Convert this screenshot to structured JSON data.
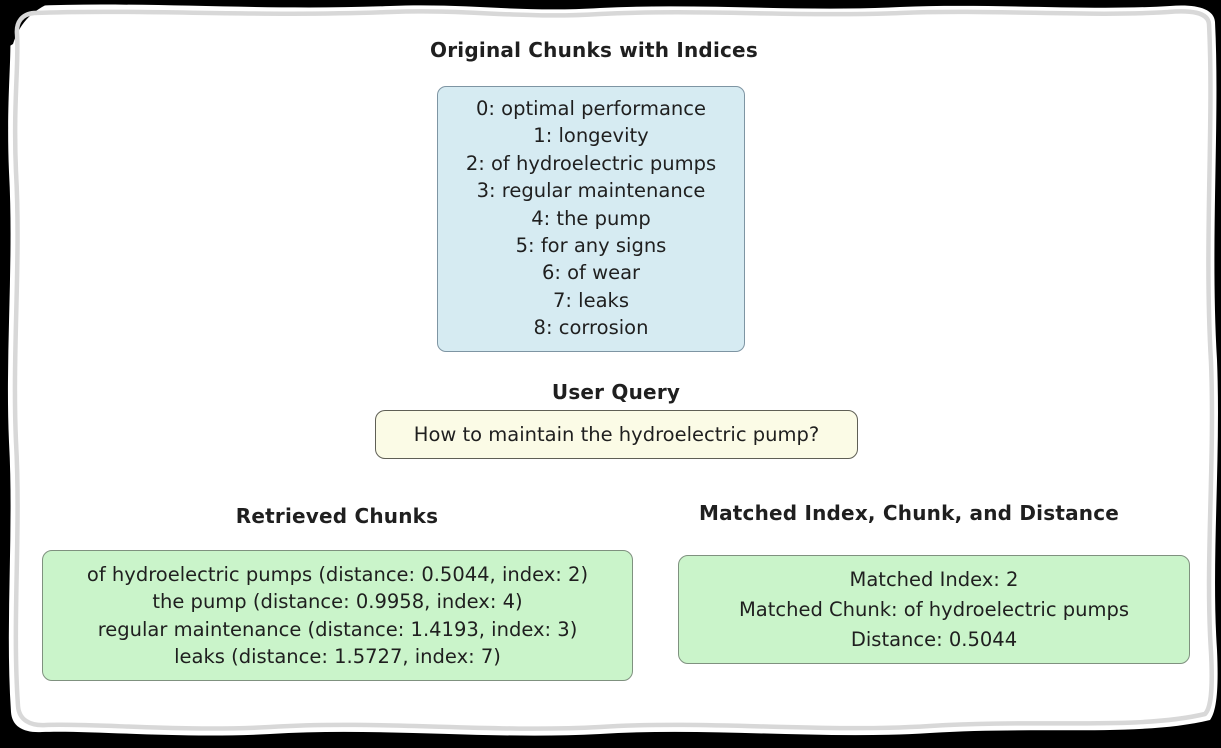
{
  "panels": {
    "original": {
      "title": "Original Chunks with Indices",
      "lines": [
        "0: optimal performance",
        "1: longevity",
        "2: of hydroelectric pumps",
        "3: regular maintenance",
        "4: the pump",
        "5: for any signs",
        "6: of wear",
        "7: leaks",
        "8: corrosion"
      ]
    },
    "query": {
      "title": "User Query",
      "text": "How to maintain the hydroelectric pump?"
    },
    "retrieved": {
      "title": "Retrieved Chunks",
      "lines": [
        "of hydroelectric pumps (distance: 0.5044, index: 2)",
        "the pump (distance: 0.9958, index: 4)",
        "regular maintenance (distance: 1.4193, index: 3)",
        "leaks (distance: 1.5727, index: 7)"
      ]
    },
    "matched": {
      "title": "Matched Index, Chunk, and Distance",
      "lines": [
        "Matched Index: 2",
        "Matched Chunk: of hydroelectric pumps",
        "Distance: 0.5044"
      ]
    }
  },
  "colors": {
    "text": "#1f1f1f",
    "paper": "#ffffff",
    "frame_background": "#000000",
    "frame_line": "#d8d8d8",
    "chunks_fill": "#d6ebf2",
    "chunks_border": "#7e95a3",
    "query_fill": "#fbfbe6",
    "query_border": "#5f5f55",
    "result_fill": "#caf4ca",
    "result_border": "#7f917f"
  }
}
